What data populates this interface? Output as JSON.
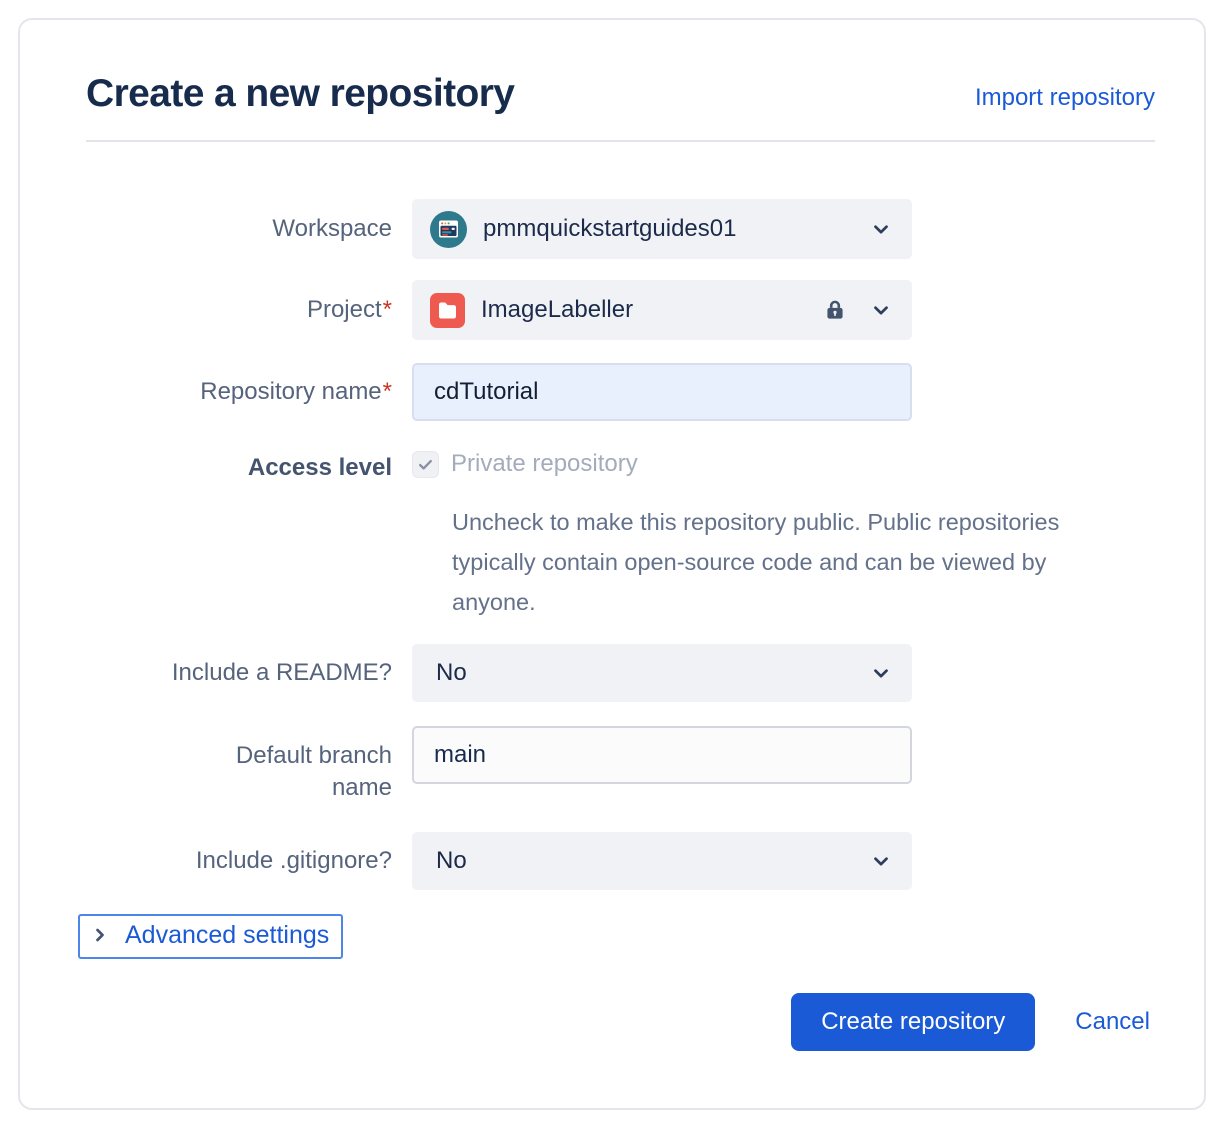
{
  "dialog": {
    "title": "Create a new repository",
    "import_link": "Import repository"
  },
  "form": {
    "workspace": {
      "label": "Workspace",
      "value": "pmmquickstartguides01"
    },
    "project": {
      "label": "Project",
      "required_mark": "*",
      "value": "ImageLabeller"
    },
    "repository_name": {
      "label": "Repository name",
      "required_mark": "*",
      "value": "cdTutorial"
    },
    "access_level": {
      "label": "Access level",
      "checkbox_label": "Private repository",
      "checkbox_state": "checked-disabled",
      "help": "Uncheck to make this repository public. Public repositories typically contain open-source code and can be viewed by anyone."
    },
    "include_readme": {
      "label": "Include a README?",
      "value": "No"
    },
    "default_branch": {
      "label": "Default branch name",
      "value": "main"
    },
    "include_gitignore": {
      "label": "Include .gitignore?",
      "value": "No"
    },
    "advanced_settings": {
      "label": "Advanced settings"
    }
  },
  "footer": {
    "create_label": "Create repository",
    "cancel_label": "Cancel"
  },
  "icons": {
    "workspace_avatar": "workspace-avatar-browser-window",
    "project_avatar": "red-folder-avatar",
    "lock": "lock-icon",
    "chevron_down": "chevron-down-icon",
    "chevron_right": "chevron-right-icon",
    "checkmark": "check-icon"
  },
  "colors": {
    "title_text": "#172B4D",
    "accent_blue": "#1B5AD6",
    "field_gray": "#F1F2F5",
    "repo_input_bg": "#E9F0FD",
    "required_red": "#CA3521",
    "label_gray": "#56637D",
    "disabled_text": "#A3ACBC",
    "workspace_avatar_teal": "#2E7A8C",
    "project_avatar_red": "#EE5A4F",
    "focus_ring": "#4C86E8"
  }
}
